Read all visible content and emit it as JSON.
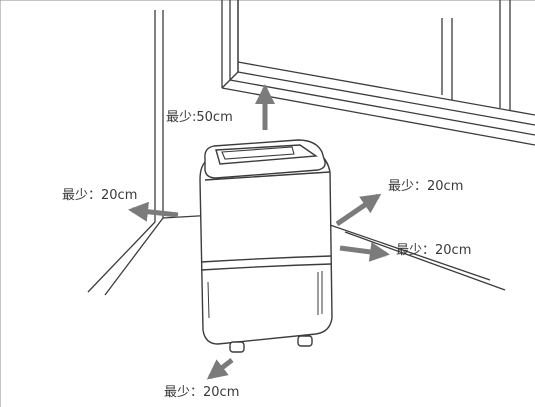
{
  "labels": {
    "top": "最少:50cm",
    "left": "最少：20cm",
    "right_upper": "最少：20cm",
    "right_lower": "最少：20cm",
    "bottom": "最少：20cm"
  },
  "colors": {
    "line": "#3c3c3c",
    "arrow": "#7b7b7b",
    "label": "#3a3a3a"
  },
  "icons": {
    "device": "dehumidifier-icon",
    "arrow": "clearance-arrow-icon"
  }
}
